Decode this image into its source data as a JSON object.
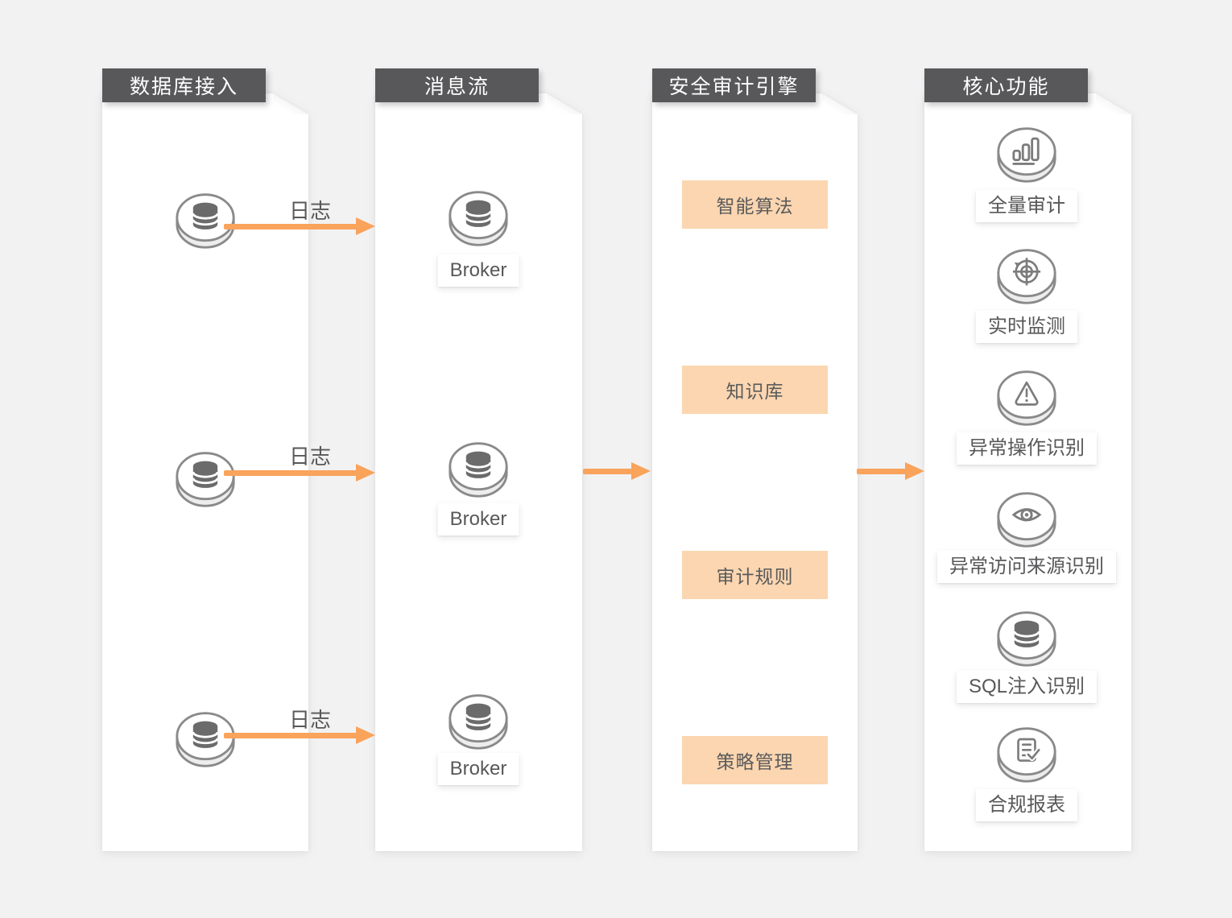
{
  "colors": {
    "background": "#f2f2f3",
    "panel": "#ffffff",
    "header_bg": "#58585a",
    "header_text": "#ffffff",
    "accent_orange": "#f9a35b",
    "module_box_bg": "#fbd6b1",
    "label_text": "#58585a"
  },
  "columns": {
    "db_access": {
      "title": "数据库接入",
      "sources": [
        {
          "icon": "database-icon",
          "flow_label": "日志"
        },
        {
          "icon": "database-icon",
          "flow_label": "日志"
        },
        {
          "icon": "database-icon",
          "flow_label": "日志"
        }
      ]
    },
    "message_flow": {
      "title": "消息流",
      "brokers": [
        {
          "icon": "database-icon",
          "label": "Broker"
        },
        {
          "icon": "database-icon",
          "label": "Broker"
        },
        {
          "icon": "database-icon",
          "label": "Broker"
        }
      ]
    },
    "audit_engine": {
      "title": "安全审计引擎",
      "modules": [
        {
          "label": "智能算法"
        },
        {
          "label": "知识库"
        },
        {
          "label": "审计规则"
        },
        {
          "label": "策略管理"
        }
      ]
    },
    "core_features": {
      "title": "核心功能",
      "features": [
        {
          "icon": "bar-chart-icon",
          "label": "全量审计"
        },
        {
          "icon": "target-icon",
          "label": "实时监测"
        },
        {
          "icon": "warning-icon",
          "label": "异常操作识别"
        },
        {
          "icon": "eye-icon",
          "label": "异常访问来源识别"
        },
        {
          "icon": "database-icon",
          "label": "SQL注入识别"
        },
        {
          "icon": "report-check-icon",
          "label": "合规报表"
        }
      ]
    }
  }
}
